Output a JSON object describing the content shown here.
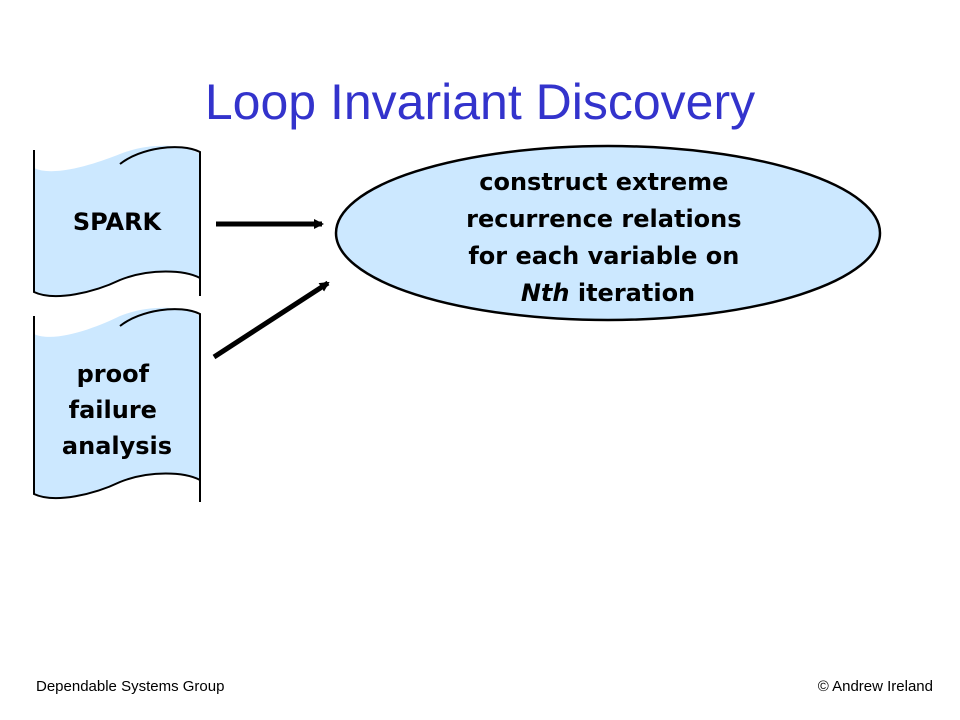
{
  "title": "Loop Invariant Discovery",
  "documents": [
    {
      "label_lines": [
        "SPARK"
      ]
    },
    {
      "label_lines": [
        "proof",
        "failure",
        "analysis"
      ]
    }
  ],
  "process": {
    "label_lines": [
      "construct extreme",
      "recurrence relations",
      "for each variable on"
    ],
    "last_line_italic": "Nth",
    "last_line_rest": " iteration"
  },
  "colors": {
    "title": "#3333cc",
    "document_fill": "#cce8ff",
    "ellipse_fill": "#cce8ff",
    "stroke": "#000000"
  },
  "footer": {
    "left": "Dependable Systems Group",
    "right": "© Andrew Ireland"
  }
}
